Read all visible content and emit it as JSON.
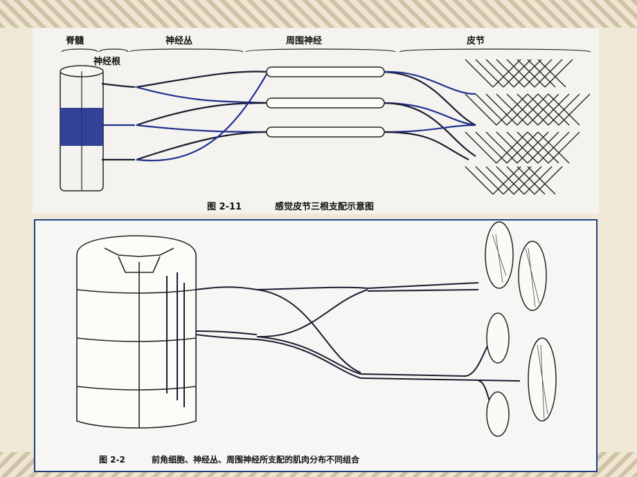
{
  "top_figure": {
    "labels": {
      "spinal_cord": "脊髓",
      "nerve_root": "神经根",
      "plexus": "神经丛",
      "peripheral_nerve": "周围神经",
      "dermatome": "皮节"
    },
    "caption_number": "图 2-11",
    "caption_text": "感觉皮节三根支配示意图"
  },
  "bottom_figure": {
    "caption_number": "图 2-2",
    "caption_text": "前角细胞、神经丛、周围神经所支配的肌肉分布不同组合"
  },
  "colors": {
    "nerve_dark": "#1a1a2e",
    "nerve_blue": "#1e2f8c",
    "frame_blue": "#1f3f7a"
  }
}
